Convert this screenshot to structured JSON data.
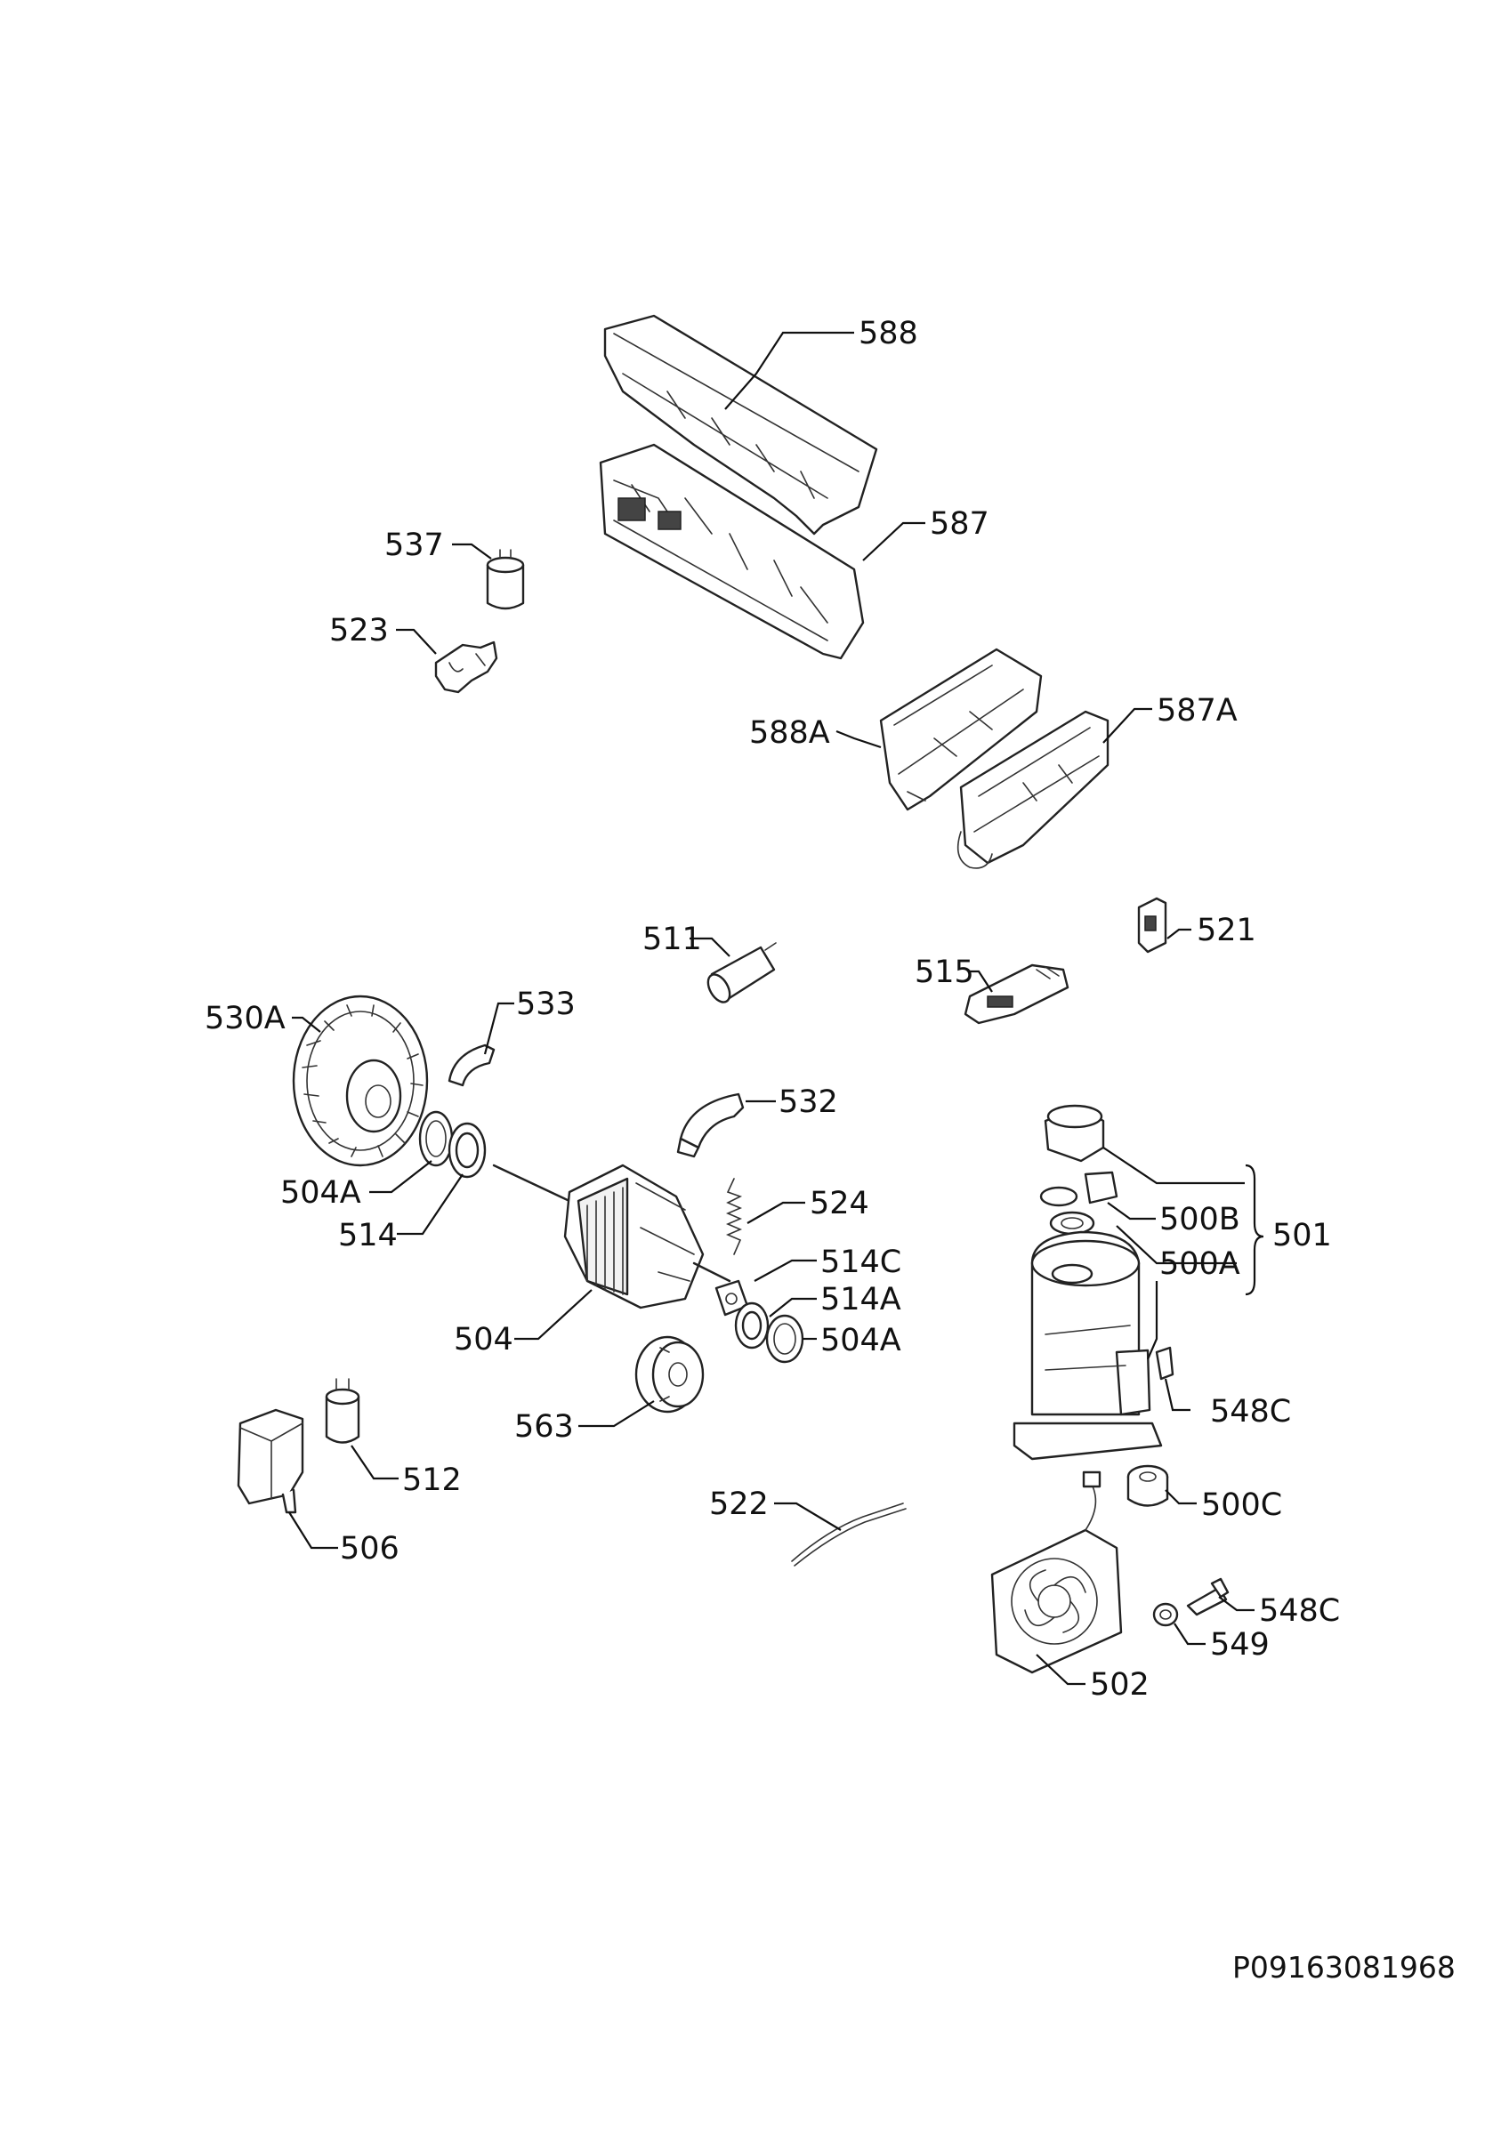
{
  "document_number": "P09163081968",
  "callouts": {
    "c588": "588",
    "c587": "587",
    "c537": "537",
    "c523": "523",
    "c588A": "588A",
    "c587A": "587A",
    "c511": "511",
    "c521": "521",
    "c515": "515",
    "c530A": "530A",
    "c533": "533",
    "c532": "532",
    "c504A_left": "504A",
    "c514_left": "514",
    "c524": "524",
    "c514C": "514C",
    "c514A": "514A",
    "c504A_right": "504A",
    "c504": "504",
    "c563": "563",
    "c512": "512",
    "c506": "506",
    "c522": "522",
    "c500B": "500B",
    "c500A": "500A",
    "c501": "501",
    "c548C_upper": "548C",
    "c500C": "500C",
    "c548C_lower": "548C",
    "c549": "549",
    "c502": "502"
  }
}
